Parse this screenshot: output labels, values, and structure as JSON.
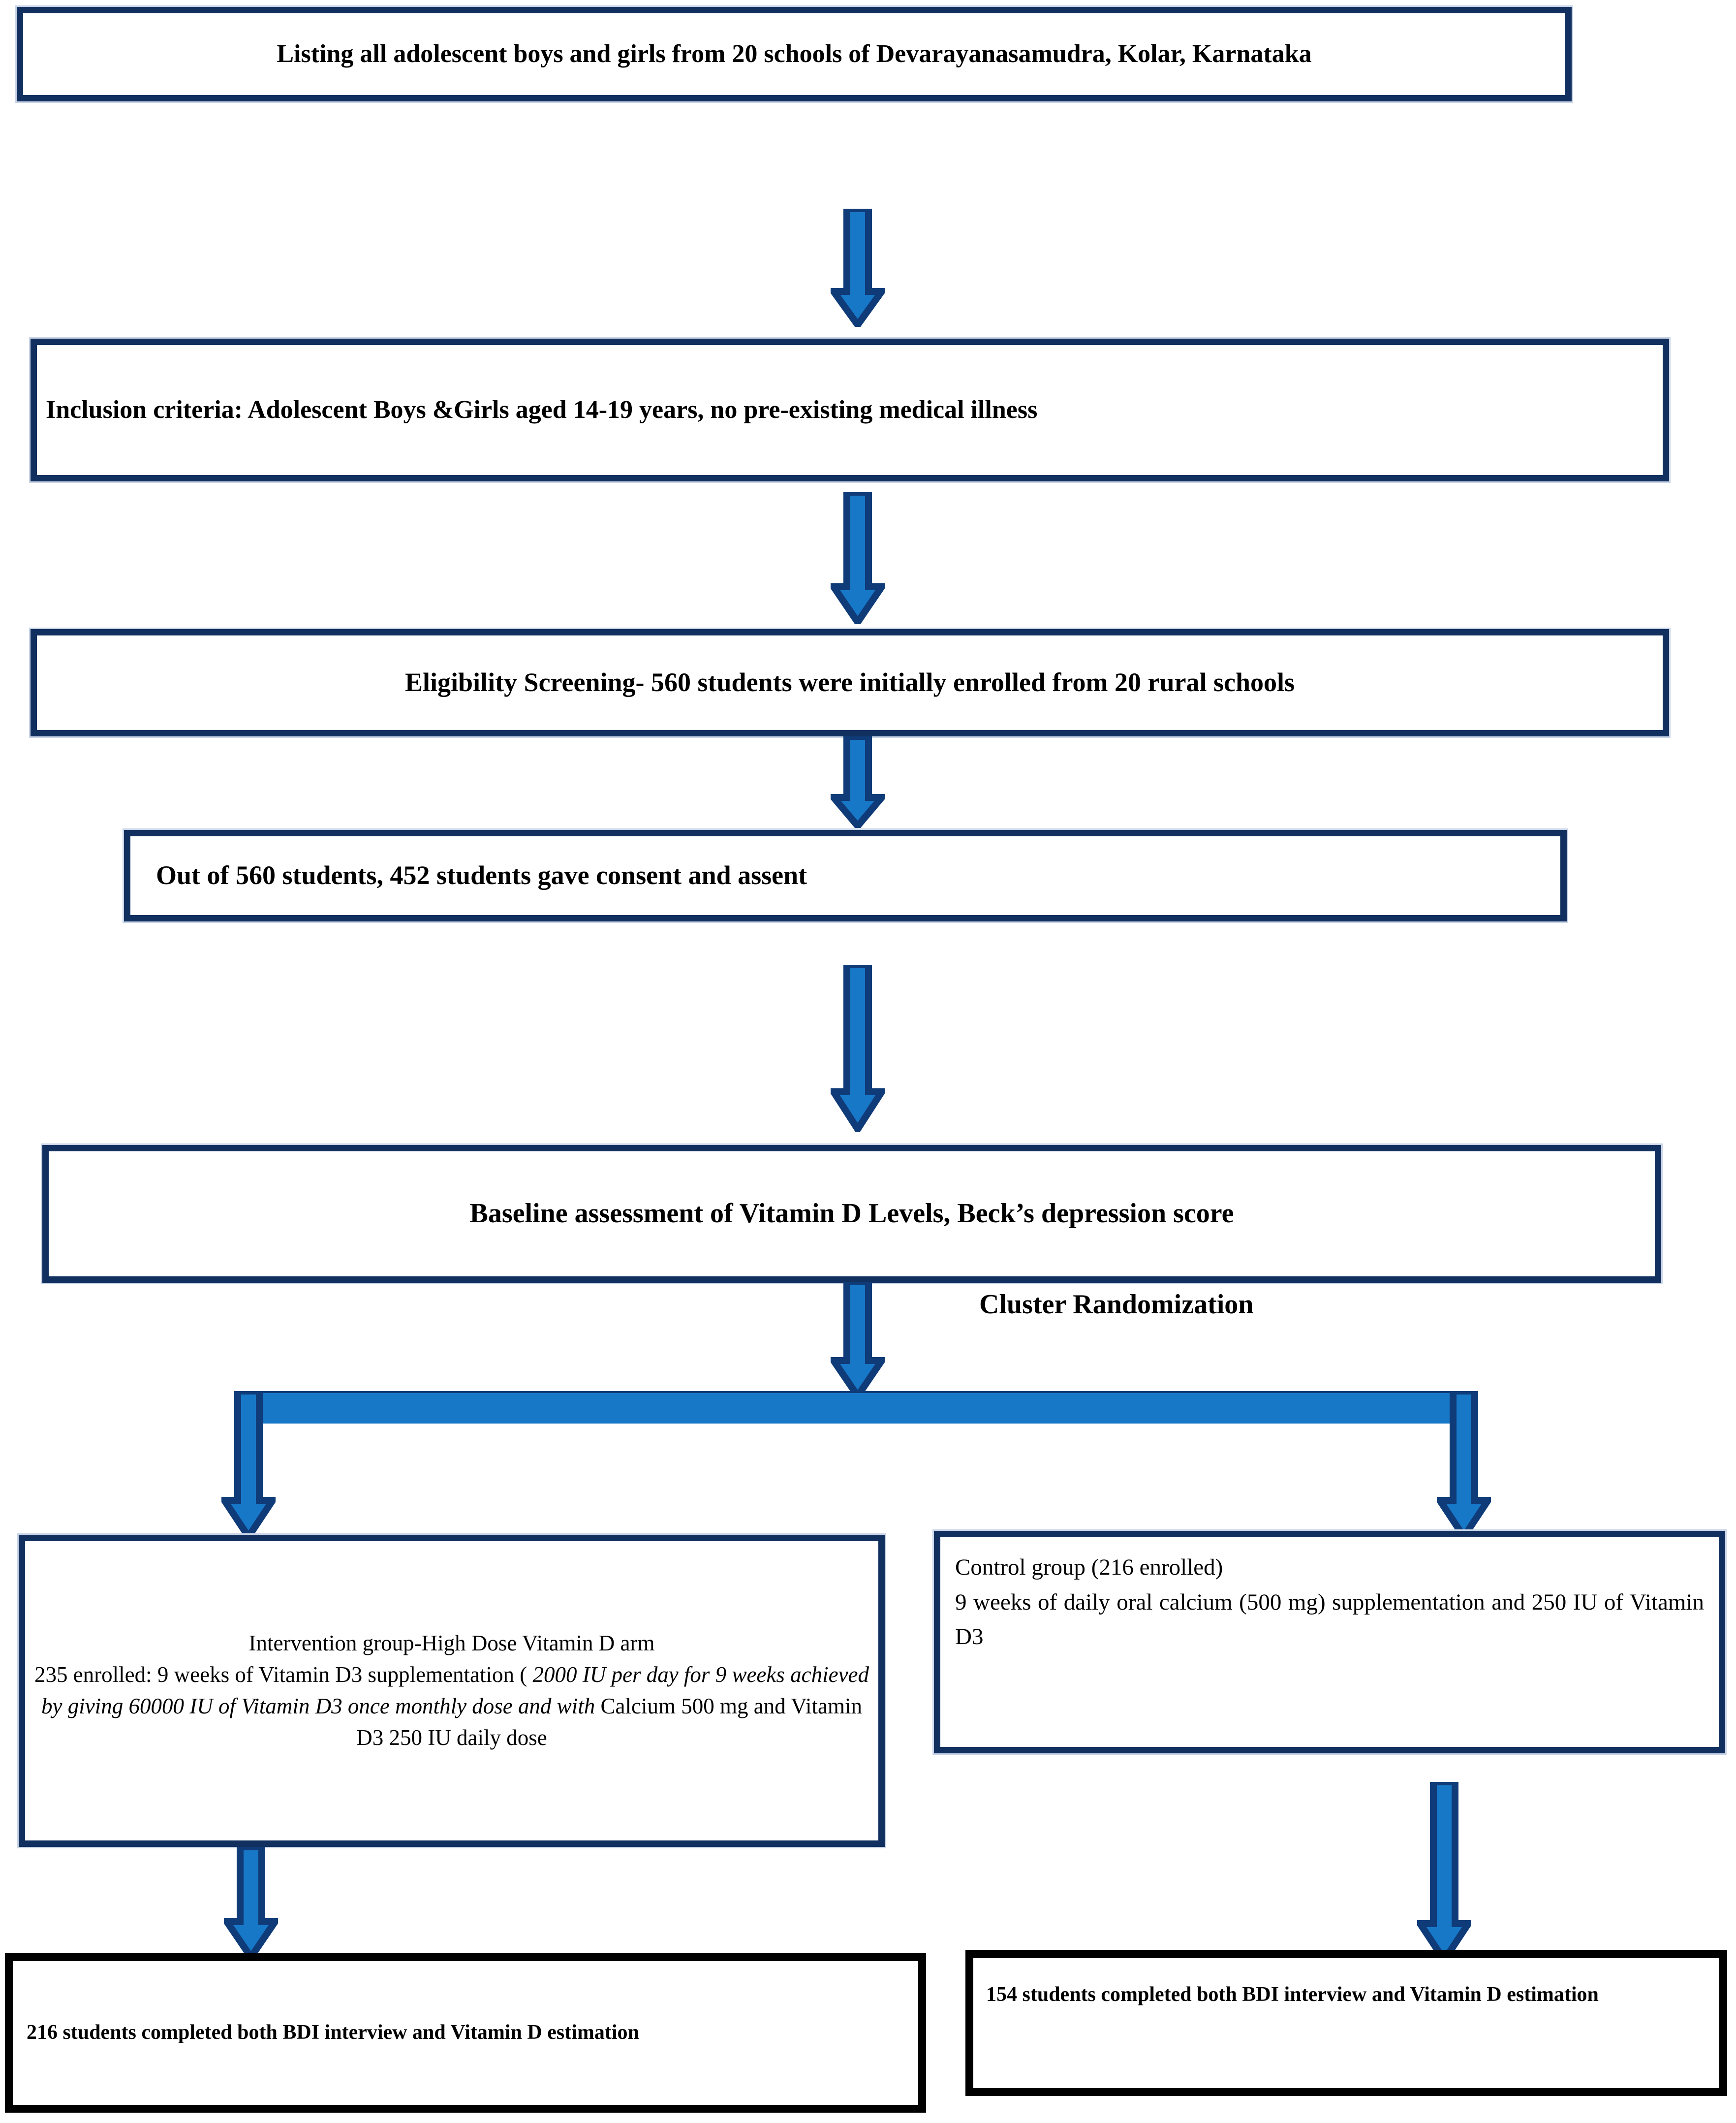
{
  "diagram": {
    "type": "flowchart",
    "title": "CONSORT-style study flow diagram of a cluster randomized trial of Vitamin D supplementation in adolescents",
    "colors": {
      "box_border_navy": "#11305f",
      "box_border_black": "#000000",
      "arrow_fill": "#1878c8",
      "arrow_outline": "#0f3b78",
      "background": "#ffffff",
      "text": "#000000"
    },
    "nodes": [
      {
        "id": "listing",
        "text": "Listing all adolescent boys and girls from 20 schools of Devarayanasamudra, Kolar, Karnataka"
      },
      {
        "id": "inclusion",
        "text": "Inclusion criteria: Adolescent Boys &Girls aged 14-19 years, no pre-existing medical illness"
      },
      {
        "id": "eligibility",
        "text": "Eligibility Screening- 560 students were initially enrolled from 20 rural schools"
      },
      {
        "id": "consent",
        "text": "Out of 560 students, 452 students gave consent and assent"
      },
      {
        "id": "baseline",
        "text": "Baseline assessment of Vitamin D Levels, Beck’s depression score"
      },
      {
        "id": "intervention",
        "line1": "Intervention group-High Dose Vitamin D arm",
        "line2_a": "235 enrolled: 9 weeks of Vitamin D3 supplementation ( ",
        "line2_italic": "2000 IU per day for 9 weeks achieved by giving 60000 IU of Vitamin D3 once monthly dose and with ",
        "line2_b": "Calcium 500 mg and Vitamin D3 250 IU daily dose"
      },
      {
        "id": "control",
        "line1": "Control group (216 enrolled)",
        "line2": "9 weeks of daily oral calcium (500 mg) supplementation and 250 IU of Vitamin D3"
      },
      {
        "id": "outcome-intervention",
        "text": "216 students completed both BDI interview and Vitamin D estimation"
      },
      {
        "id": "outcome-control",
        "text": "154 students completed both BDI interview and Vitamin D estimation"
      }
    ],
    "edge_labels": [
      {
        "id": "randomization",
        "text": "Cluster Randomization"
      }
    ],
    "arrows": [
      {
        "id": "listing-to-inclusion",
        "from": "listing",
        "to": "inclusion",
        "direction": "down"
      },
      {
        "id": "inclusion-to-eligibility",
        "from": "inclusion",
        "to": "eligibility",
        "direction": "down"
      },
      {
        "id": "eligibility-to-consent",
        "from": "eligibility",
        "to": "consent",
        "direction": "down"
      },
      {
        "id": "consent-to-baseline",
        "from": "consent",
        "to": "baseline",
        "direction": "down"
      },
      {
        "id": "baseline-to-split",
        "from": "baseline",
        "to": "randomization",
        "direction": "down"
      },
      {
        "id": "split-to-intervention",
        "from": "randomization",
        "to": "intervention",
        "direction": "down"
      },
      {
        "id": "split-to-control",
        "from": "randomization",
        "to": "control",
        "direction": "down"
      },
      {
        "id": "intervention-to-outcome",
        "from": "intervention",
        "to": "outcome-intervention",
        "direction": "down"
      },
      {
        "id": "control-to-outcome",
        "from": "control",
        "to": "outcome-control",
        "direction": "down"
      }
    ]
  }
}
